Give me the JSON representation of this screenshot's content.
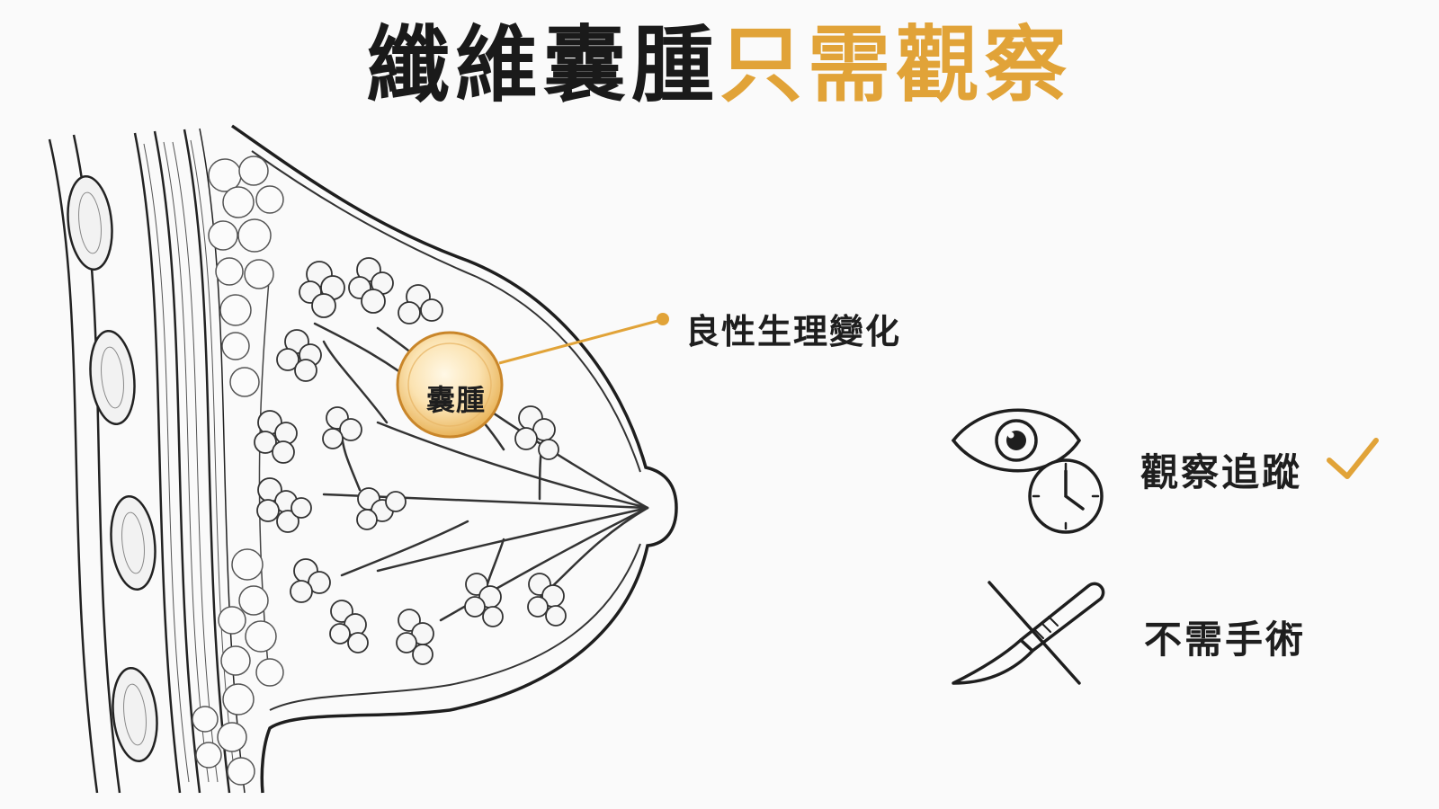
{
  "title": {
    "dark": "纖維囊腫",
    "accent": "只需觀察"
  },
  "diagram": {
    "cyst_label": "囊腫",
    "callout_label": "良性生理變化",
    "options": [
      {
        "label": "觀察追蹤",
        "icon": "eye-clock-icon",
        "status_icon": "checkmark-icon"
      },
      {
        "label": "不需手術",
        "icon": "scalpel-crossed-icon"
      }
    ]
  },
  "colors": {
    "accent": "#e1a338",
    "ink": "#1e1e1e",
    "background": "#fafafa"
  }
}
